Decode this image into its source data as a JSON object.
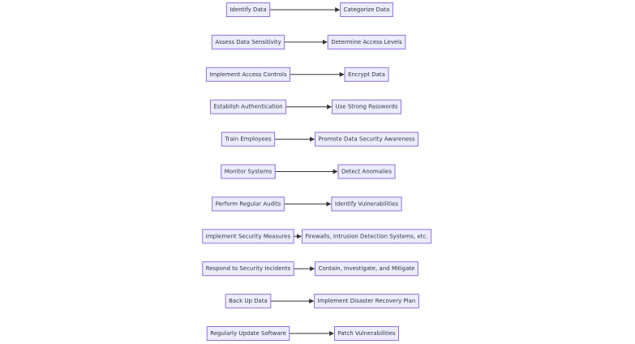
{
  "diagram": {
    "colors": {
      "node_fill": "#ECECFF",
      "node_border": "#9370DB",
      "edge": "#333333",
      "text": "#333333"
    },
    "rows": [
      {
        "source": "Identify Data",
        "target": "Categorize Data"
      },
      {
        "source": "Assess Data Sensitivity",
        "target": "Determine Access Levels"
      },
      {
        "source": "Implement Access Controls",
        "target": "Encrypt Data"
      },
      {
        "source": "Establish Authentication",
        "target": "Use Strong Passwords"
      },
      {
        "source": "Train Employees",
        "target": "Promote Data Security Awareness"
      },
      {
        "source": "Monitor Systems",
        "target": "Detect Anomalies"
      },
      {
        "source": "Perform Regular Audits",
        "target": "Identify Vulnerabilities"
      },
      {
        "source": "Implement Security Measures",
        "target": "Firewalls, Intrusion Detection Systems, etc."
      },
      {
        "source": "Respond to Security Incidents",
        "target": "Contain, Investigate, and Mitigate"
      },
      {
        "source": "Back Up Data",
        "target": "Implement Disaster Recovery Plan"
      },
      {
        "source": "Regularly Update Software",
        "target": "Patch Vulnerabilities"
      }
    ]
  }
}
